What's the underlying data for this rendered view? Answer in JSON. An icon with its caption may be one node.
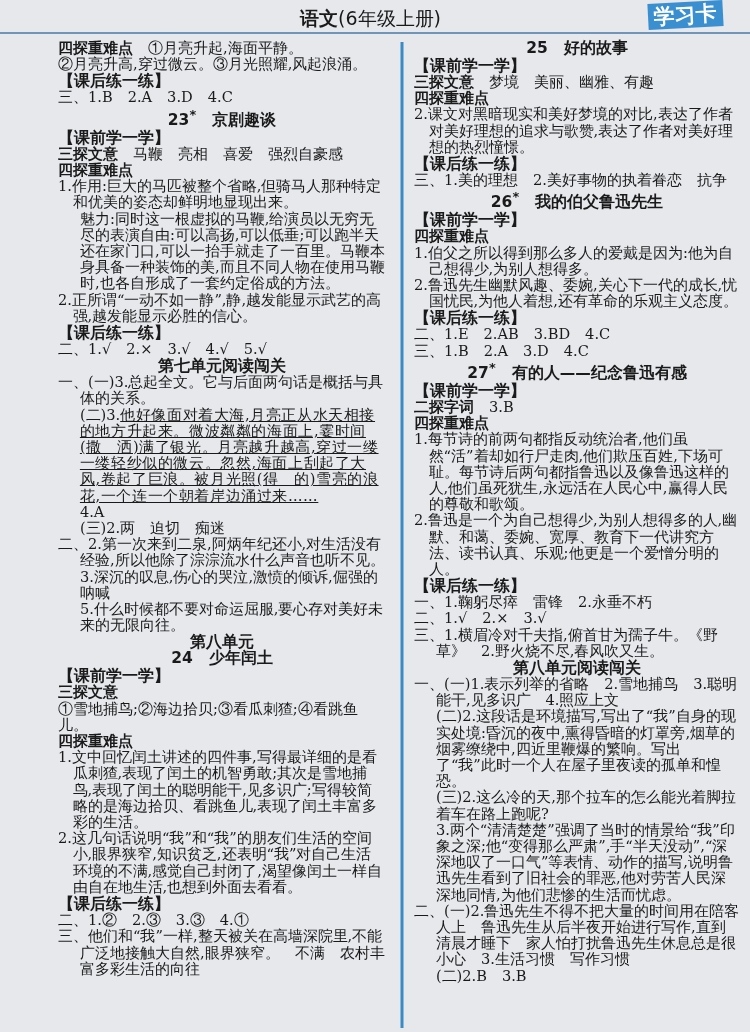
{
  "diagram": {
    "title": "**语文**(6年级上册)",
    "labels": [
      "学习卡",
      "**四探重难点**　①月亮升起,海面平静。",
      "②月亮升高,穿过微云。③月光照耀,风起浪涌。",
      "【课后练一练】",
      "三、1.B　2.A　3.D　4.C",
      "23$^{*}$　京剧趣谈",
      "【课前学一学】",
      "**三探文意**　马鞭　亮相　喜爱　强烈自豪感",
      "四探重难点",
      "1.作用:巨大的马匹被整个省略,但骑马人那种特定和优美的姿态却鲜明地显现出来。",
      "魅力:同时这一根虚拟的马鞭,给演员以无穷无尽的表演自由:可以高扬,可以低垂;可以跑半天还在家门口,可以一抬手就走了一百里。马鞭本身具备一种装饰的美,而且不同人物在使用马鞭时,也各自形成了一套约定俗成的方法。",
      "2.正所谓“一动不如一静”,静,越发能显示武艺的高强,越发能显示必胜的信心。",
      "【课后练一练】",
      "二、1.√　2.×　3.√　4.√　5.√",
      "第七单元阅读闯关",
      "一、(一)3.总起全文。它与后面两句话是概括与具体的关系。",
      "(二)3.",
      "他好像面对着大海,月亮正从水天相接的地方升起来。微波粼粼的海面上,霎时间(撒　洒)满了银光。月亮越升越高,穿过一缕一缕轻纱似的微云。忽然,海面上刮起了大风,卷起了巨浪。被月光照(得　的)雪亮的浪花,一个连一个朝着岸边涌过来……",
      "4.A",
      "(三)2.两　迫切　痴迷",
      "二、2.第一次来到二泉,阿炳年纪还小,对生活没有经验,所以他除了淙淙流水什么声音也听不见。",
      "3.深沉的叹息,伤心的哭泣,激愤的倾诉,倔强的呐喊",
      "5.什么时候都不要对命运屈服,要心存对美好未来的无限向往。",
      "第八单元",
      "24　少年闰土",
      "【课前学一学】",
      "三探文意",
      "①雪地捕鸟;②海边拾贝;③看瓜刺猹;④看跳鱼儿。",
      "四探重难点",
      "1.文中回忆闰土讲述的四件事,写得最详细的是看瓜刺猹,表现了闰土的机智勇敢;其次是雪地捕鸟,表现了闰土的聪明能干,见多识广;写得较简略的是海边拾贝、看跳鱼儿,表现了闰土丰富多彩的生活。",
      "2.这几句话说明“我”和“我”的朋友们生活的空间小,眼界狭窄,知识贫乏,还表明“我”对自己生活环境的不满,感觉自己封闭了,渴望像闰土一样自由自在地生活,也想到外面去看看。",
      "【课后练一练】",
      "二、1.②　2.③　3.③　4.①",
      "三、他们和“我”一样,整天被关在高墙深院里,不能广泛地接触大自然,眼界狭窄。　不满　农村丰富多彩生活的向往",
      "25　好的故事",
      "【课前学一学】",
      "**三探文意**　梦境　美丽、幽雅、有趣",
      "四探重难点",
      "2.课文对黑暗现实和美好梦境的对比,表达了作者对美好理想的追求与歌赞,表达了作者对美好理想的热烈憧憬。",
      "【课后练一练】",
      "三、1.美的理想　2.美好事物的执着眷恋　抗争",
      "26$^{*}$　我的伯父鲁迅先生",
      "【课前学一学】",
      "四探重难点",
      "1.伯父之所以得到那么多人的爱戴是因为:他为自己想得少,为别人想得多。",
      "2.鲁迅先生幽默风趣、委婉,关心下一代的成长,忧国忧民,为他人着想,还有革命的乐观主义态度。",
      "【课后练一练】",
      "二、1.E　2.AB　3.BD　4.C",
      "三、1.B　2.A　3.D　4.C",
      "27$^{*}$　有的人——纪念鲁迅有感",
      "【课前学一学】",
      "**二探字词**　3.B",
      "四探重难点",
      "1.每节诗的前两句都指反动统治者,他们虽然“活”着却如行尸走肉,他们欺压百姓,下场可耻。每节诗后两句都指鲁迅以及像鲁迅这样的人,他们虽死犹生,永远活在人民心中,赢得人民的尊敬和歌颂。",
      "2.鲁迅是一个为自己想得少,为别人想得多的人,幽默、和蔼、委婉、宽厚、教育下一代讲究方法、读书认真、乐观;他更是一个爱憎分明的人。",
      "【课后练一练】",
      "一、1.鞠躬尽瘁　雷锋　2.永垂不朽",
      "二、1.√　2.×　3.√",
      "三、1.横眉冷对千夫指,俯首甘为孺子牛。《野草》　2.野火烧不尽,春风吹又生。",
      "第八单元阅读闯关",
      "一、(一)1.表示列举的省略　2.雪地捕鸟　3.聪明能干,见多识广　4.照应上文",
      "(二)2.这段话是环境描写,写出了“我”自身的现实处境:昏沉的夜中,熏得昏暗的灯罩旁,烟草的烟雾缭绕中,四近里鞭爆的繁响。写出了“我”此时一个人在屋子里夜读的孤单和惶恐。",
      "(三)2.这么冷的天,那个拉车的怎么能光着脚拉着车在路上跑呢?",
      "3.两个“清清楚楚”强调了当时的情景给“我”印象之深;他“变得那么严肃”,手“半天没动”,“深深地叹了一口气”等表情、动作的描写,说明鲁迅先生看到了旧社会的罪恶,他对劳苦人民深深地同情,为他们悲惨的生活而忧虑。",
      "二、(一)2.鲁迅先生不得不把大量的时间用在陪客人上　鲁迅先生从后半夜开始进行写作,直到清晨才睡下　家人怕打扰鲁迅先生休息总是很小心　3.生活习惯　写作习惯",
      "(二)2.B　3.B"
    ]
  }
}
